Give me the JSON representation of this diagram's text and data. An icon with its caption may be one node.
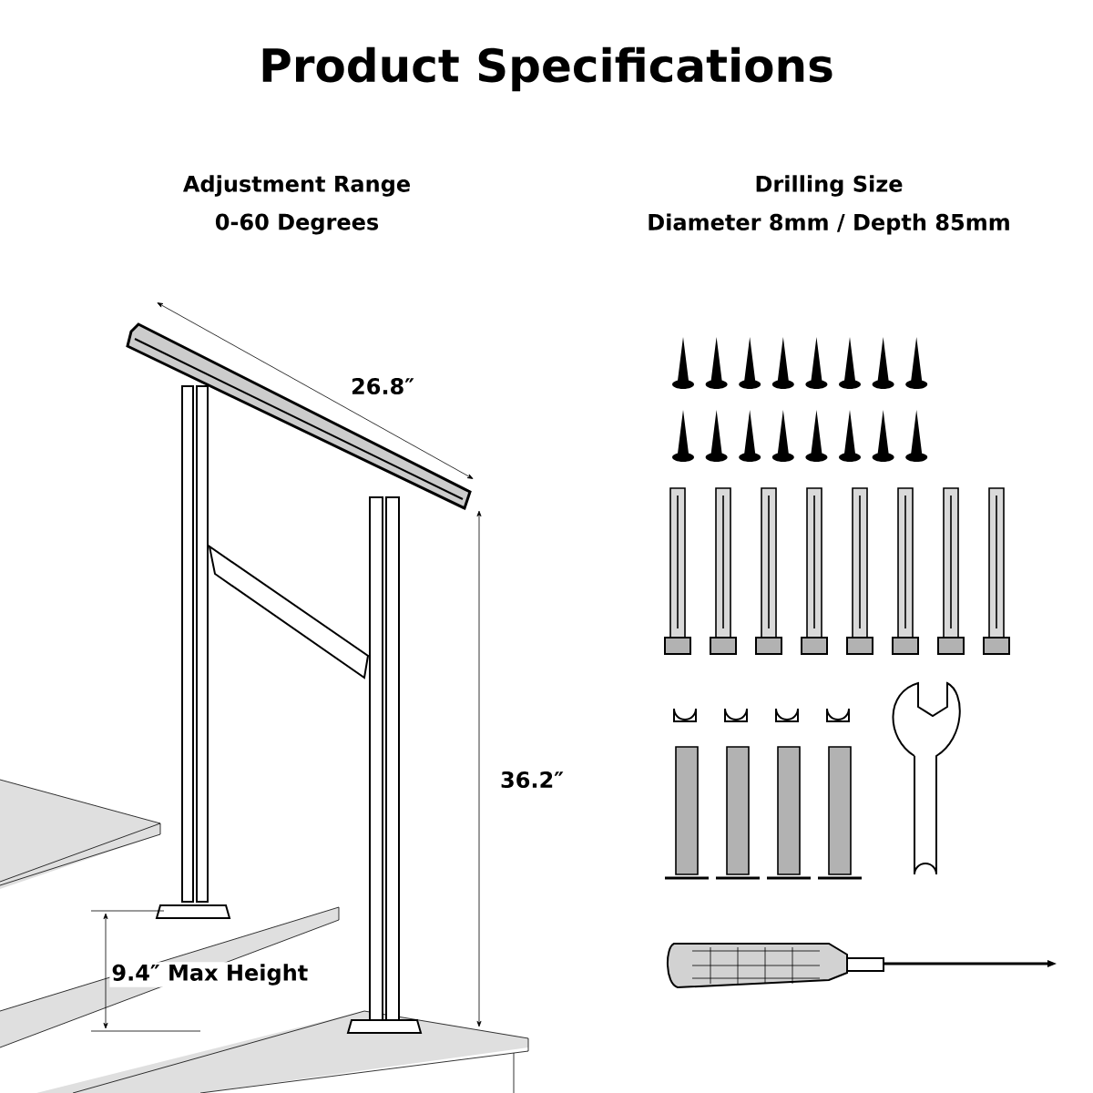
{
  "diagram": {
    "title": "Product Specifications",
    "labels": [
      "Adjustment Range",
      "0-60 Degrees",
      "Drilling Size",
      "Diameter 8mm / Depth 85mm",
      "26.8″",
      "36.2″",
      "9.4″ Max Height"
    ]
  }
}
